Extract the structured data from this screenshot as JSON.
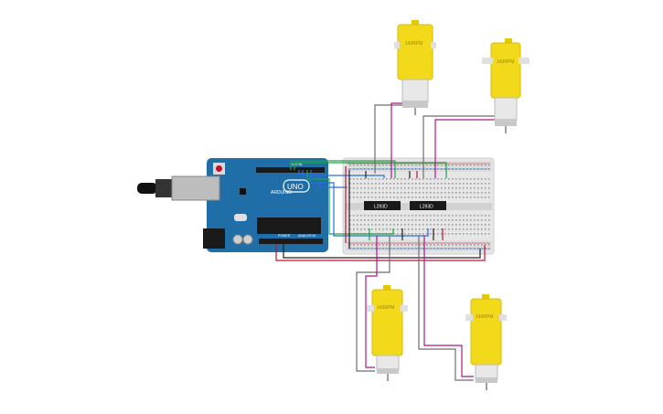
{
  "arduino": {
    "brand": "ARDUINO",
    "model": "UNO",
    "digital_label": "DIGITAL",
    "power_label": "POWER",
    "analog_label": "ANALOG IN"
  },
  "drivers": [
    {
      "label": "L293D"
    },
    {
      "label": "L293D"
    }
  ],
  "motors": [
    {
      "rpm": "143RPM"
    },
    {
      "rpm": "143RPM"
    },
    {
      "rpm": "143RPM"
    },
    {
      "rpm": "143RPM"
    }
  ],
  "colors": {
    "board": "#1f6ea8",
    "motor_body": "#f2d91a",
    "wire_red": "#c8102e",
    "wire_black": "#222222",
    "wire_green": "#1fa34a",
    "wire_blue": "#2a6fd6",
    "wire_magenta": "#b0168c",
    "wire_gray": "#6e6e6e"
  }
}
